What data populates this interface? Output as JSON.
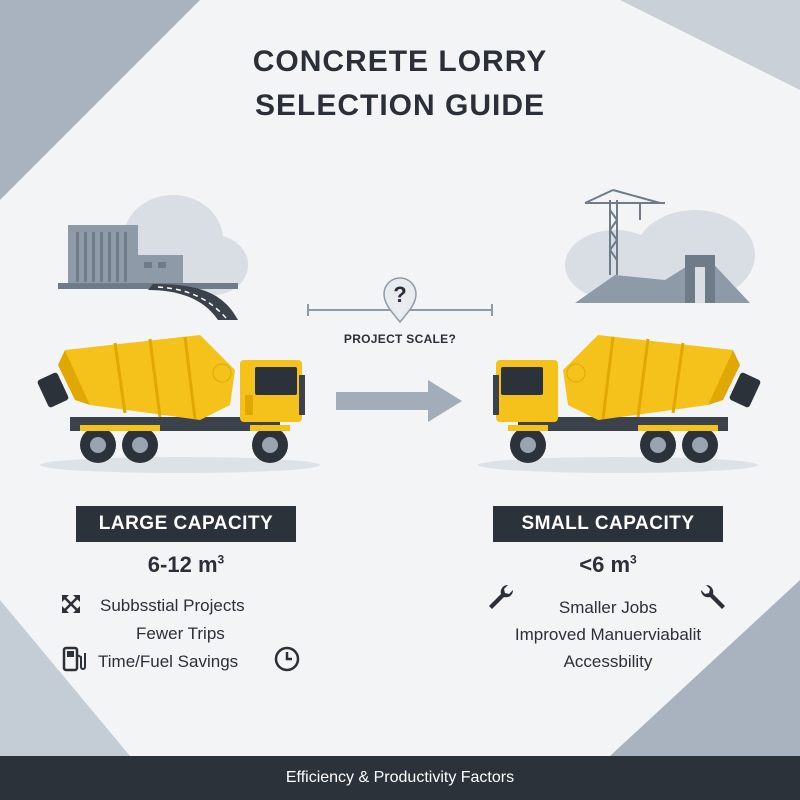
{
  "title": {
    "line1": "CONCRETE LORRY",
    "line2": "SELECTION GUIDE"
  },
  "center": {
    "question_mark": "?",
    "label": "PROJECT SCALE?"
  },
  "large": {
    "heading": "LARGE CAPACITY",
    "volume": "6-12 m",
    "unit_sup": "3",
    "features": [
      "Subbsstial Projects",
      "Fewer Trips",
      "Time/Fuel Savings"
    ]
  },
  "small": {
    "heading": "SMALL CAPACITY",
    "volume": "<6 m",
    "unit_sup": "3",
    "features": [
      "Smaller Jobs",
      "Improved Manuerviabalit",
      "Accessbility"
    ]
  },
  "footer": {
    "text": "Efficiency & Productivity Factors"
  },
  "colors": {
    "truck_yellow": "#f4c21b",
    "dark": "#2c323a",
    "slate": "#8e9aa8"
  },
  "icons": [
    "expand-icon",
    "fuel-pump-icon",
    "clock-icon",
    "wrench-icon",
    "question-pin-icon",
    "arrow-right-icon",
    "crane-icon",
    "factory-icon"
  ]
}
